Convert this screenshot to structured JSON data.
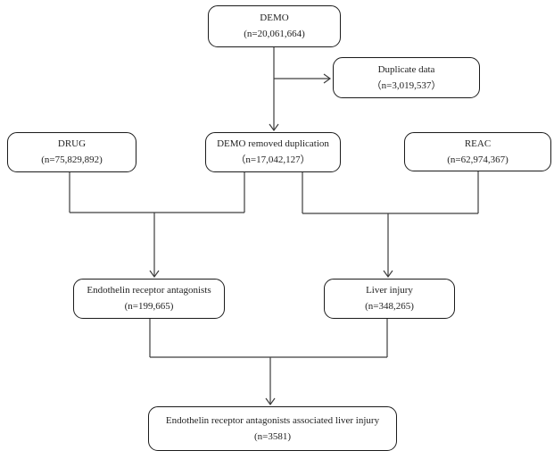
{
  "nodes": {
    "demo": {
      "title": "DEMO",
      "count": "(n=20,061,664)"
    },
    "duplicate": {
      "title": "Duplicate data",
      "count": "（n=3,019,537）"
    },
    "removed": {
      "title": "DEMO removed duplication",
      "count": "（n=17,042,127）"
    },
    "drug": {
      "title": "DRUG",
      "count": "(n=75,829,892)"
    },
    "reac": {
      "title": "REAC",
      "count": "(n=62,974,367)"
    },
    "era": {
      "title": "Endothelin receptor antagonists",
      "count": "(n=199,665)"
    },
    "liver": {
      "title": "Liver injury",
      "count": "(n=348,265)"
    },
    "bottom": {
      "title": "Endothelin receptor antagonists associated liver injury",
      "count": "(n=3581)"
    }
  },
  "colors": {
    "background": "#ffffff",
    "box_border": "#1b1b1b",
    "text": "#1f1f1f",
    "line": "#3d3d3d"
  }
}
